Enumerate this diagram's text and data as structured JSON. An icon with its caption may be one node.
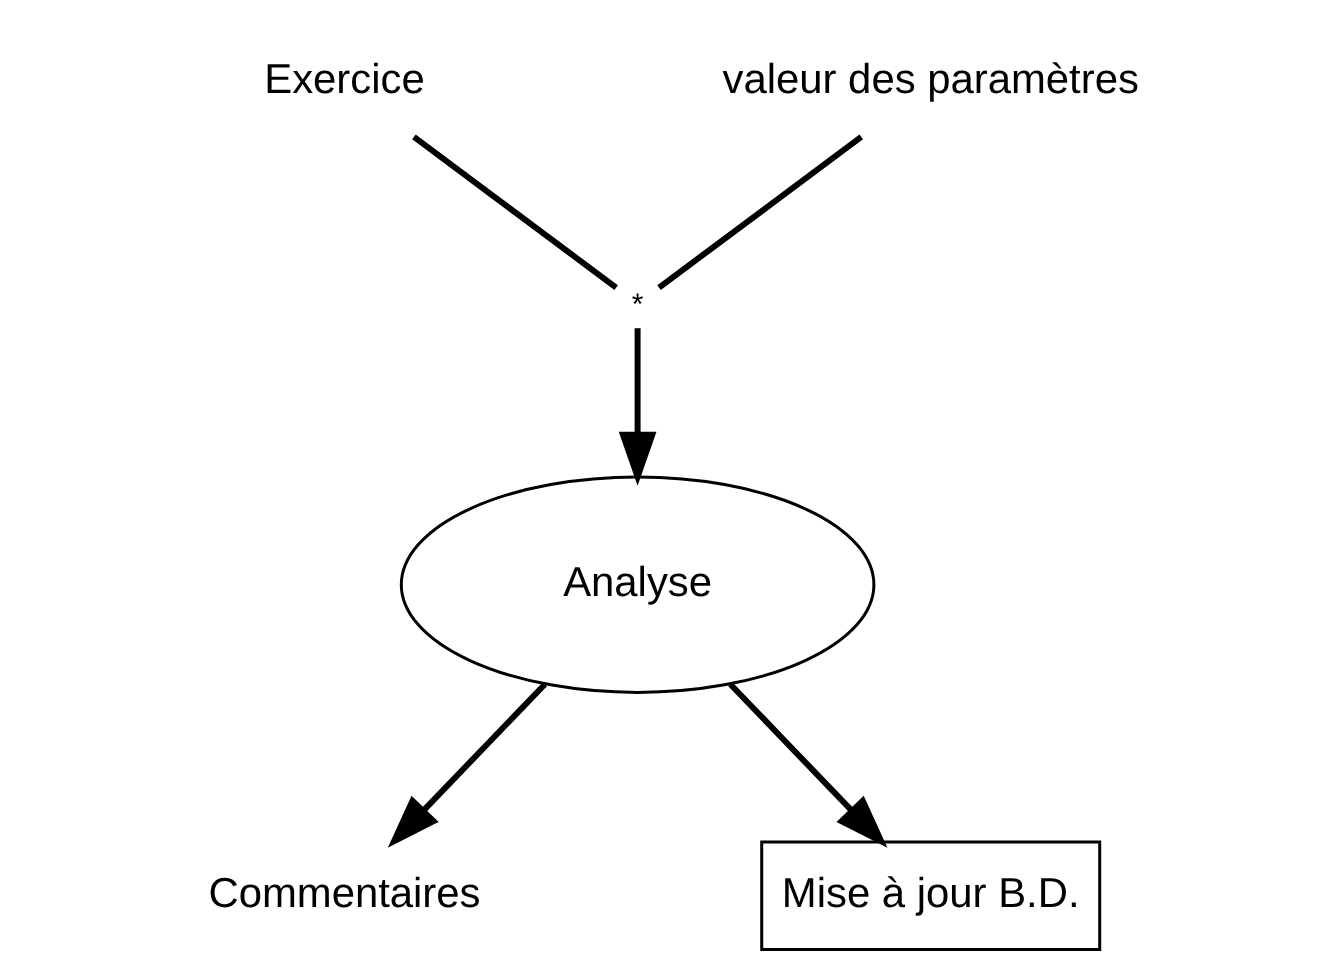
{
  "diagram": {
    "nodes": [
      {
        "text": [
          "Exercice"
        ]
      },
      {
        "text": [
          "valeur des paramètres"
        ]
      },
      {
        "text": [
          "*"
        ]
      },
      {
        "text": [
          "Analyse"
        ]
      },
      {
        "text": [
          "Commentaires"
        ]
      },
      {
        "text": [
          "Mise à jour B.D."
        ]
      }
    ],
    "edges": [
      {
        "from": 0,
        "to": 2,
        "arrow": "none"
      },
      {
        "from": 1,
        "to": 2,
        "arrow": "none"
      },
      {
        "from": 2,
        "to": 3,
        "arrow": "to"
      },
      {
        "from": 3,
        "to": 4,
        "arrow": "to"
      },
      {
        "from": 3,
        "to": 5,
        "arrow": "to"
      }
    ]
  }
}
